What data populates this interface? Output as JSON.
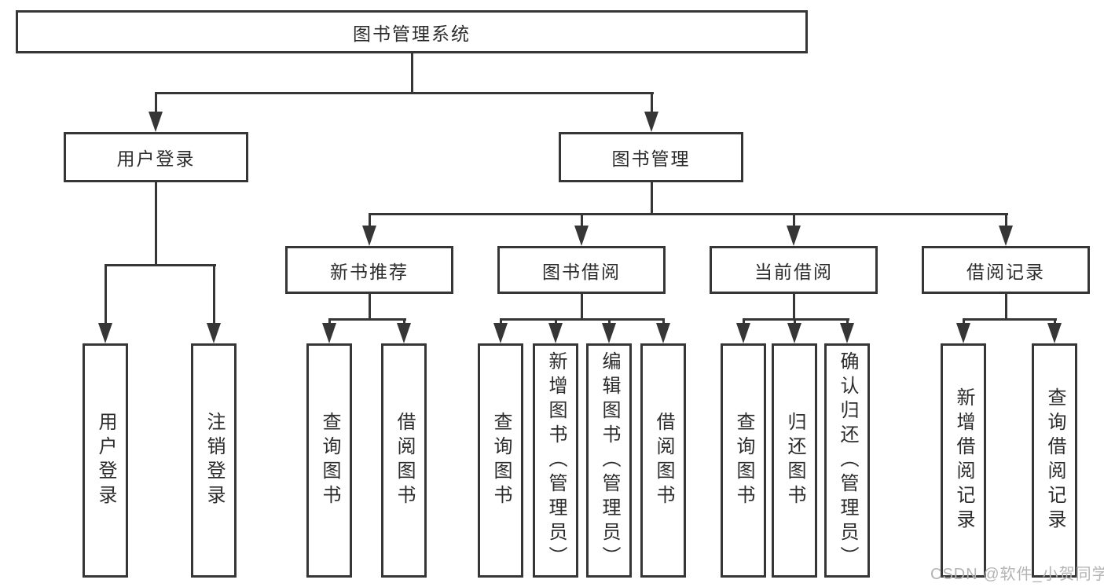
{
  "colors": {
    "line": "#363636",
    "text": "#2c2c2c",
    "watermark": "#b4b4b4",
    "background": "#ffffff"
  },
  "watermark": "CSDN @软件_小贺同学",
  "tree": {
    "root": {
      "label": "图书管理系统"
    },
    "branches": [
      {
        "label": "用户登录",
        "children": [
          {
            "label": "用户登录"
          },
          {
            "label": "注销登录"
          }
        ]
      },
      {
        "label": "图书管理",
        "children": [
          {
            "label": "新书推荐",
            "children": [
              {
                "label": "查询图书"
              },
              {
                "label": "借阅图书"
              }
            ]
          },
          {
            "label": "图书借阅",
            "children": [
              {
                "label": "查询图书"
              },
              {
                "label": "新增图书（管理员）"
              },
              {
                "label": "编辑图书（管理员）"
              },
              {
                "label": "借阅图书"
              }
            ]
          },
          {
            "label": "当前借阅",
            "children": [
              {
                "label": "查询图书"
              },
              {
                "label": "归还图书"
              },
              {
                "label": "确认归还（管理员）"
              }
            ]
          },
          {
            "label": "借阅记录",
            "children": [
              {
                "label": "新增借阅记录"
              },
              {
                "label": "查询借阅记录"
              }
            ]
          }
        ]
      }
    ]
  }
}
